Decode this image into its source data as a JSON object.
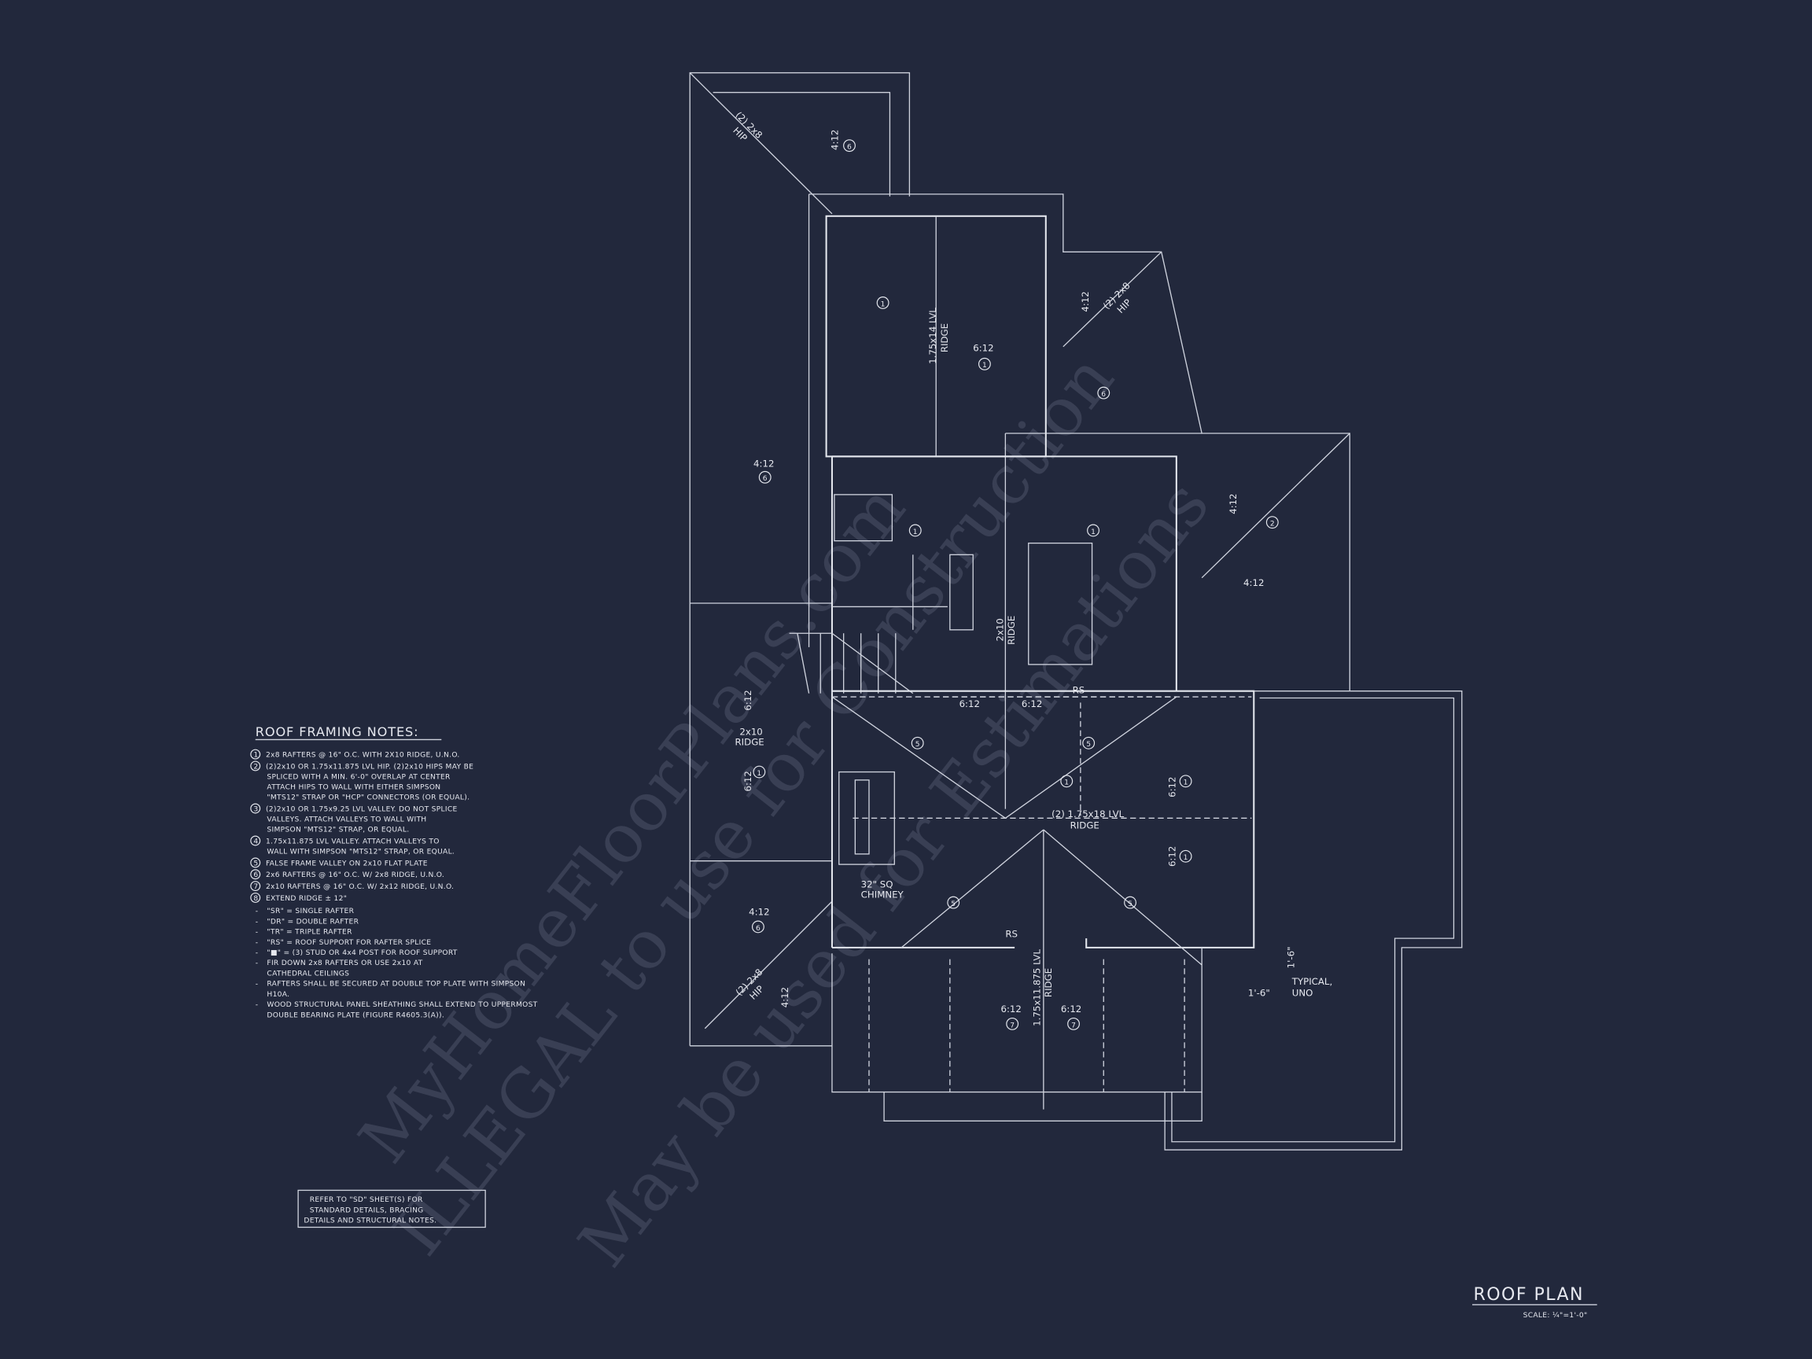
{
  "sheet": {
    "title": "ROOF PLAN",
    "scale": "SCALE: ¼\"=1'-0\"",
    "background_color": "#22283c",
    "line_color": "#cfd3de"
  },
  "notes": {
    "heading": "ROOF FRAMING NOTES:",
    "items": [
      {
        "num": "1",
        "lines": [
          "2x8 RAFTERS @ 16\" O.C. WITH 2X10 RIDGE, U.N.O."
        ]
      },
      {
        "num": "2",
        "lines": [
          "(2)2x10 OR 1.75x11.875 LVL HIP.  (2)2x10 HIPS MAY BE",
          "SPLICED WITH A MIN. 6'-0\" OVERLAP AT CENTER",
          "ATTACH HIPS TO WALL WITH EITHER SIMPSON",
          "\"MTS12\" STRAP OR \"HCP\" CONNECTORS (OR EQUAL)."
        ]
      },
      {
        "num": "3",
        "lines": [
          "(2)2x10 OR 1.75x9.25 LVL VALLEY.  DO NOT SPLICE",
          "VALLEYS.  ATTACH VALLEYS TO WALL WITH",
          "SIMPSON \"MTS12\" STRAP, OR EQUAL."
        ]
      },
      {
        "num": "4",
        "lines": [
          "1.75x11.875 LVL VALLEY.  ATTACH VALLEYS TO",
          "WALL WITH SIMPSON \"MTS12\" STRAP, OR EQUAL."
        ]
      },
      {
        "num": "5",
        "lines": [
          "FALSE FRAME VALLEY ON 2x10 FLAT PLATE"
        ]
      },
      {
        "num": "6",
        "lines": [
          "2x6 RAFTERS @ 16\" O.C. W/ 2x8 RIDGE, U.N.O."
        ]
      },
      {
        "num": "7",
        "lines": [
          "2x10 RAFTERS @ 16\" O.C. W/ 2x12 RIDGE, U.N.O."
        ]
      },
      {
        "num": "8",
        "lines": [
          "EXTEND RIDGE ± 12\""
        ]
      }
    ],
    "bullets": [
      [
        "\"SR\" = SINGLE RAFTER"
      ],
      [
        "\"DR\" = DOUBLE RAFTER"
      ],
      [
        "\"TR\" = TRIPLE RAFTER"
      ],
      [
        "\"RS\" = ROOF SUPPORT FOR RAFTER SPLICE"
      ],
      [
        "\"■\"  = (3) STUD OR 4x4 POST FOR ROOF SUPPORT"
      ],
      [
        "FIR DOWN 2x8 RAFTERS OR USE 2x10 AT",
        "CATHEDRAL CEILINGS"
      ],
      [
        "RAFTERS SHALL BE SECURED AT DOUBLE TOP PLATE WITH SIMPSON",
        "H10A."
      ],
      [
        "WOOD STRUCTURAL PANEL SHEATHING SHALL EXTEND TO UPPERMOST",
        "DOUBLE BEARING PLATE (FIGURE R4605.3(A))."
      ]
    ]
  },
  "refer_box": [
    "REFER TO \"SD\"  SHEET(S) FOR",
    "STANDARD DETAILS, BRACING",
    "DETAILS AND STRUCTURAL NOTES."
  ],
  "plan_labels": {
    "pitch_4_12": "4:12",
    "pitch_6_12": "6:12",
    "ridge_2x10": "2x10",
    "ridge_word": "RIDGE",
    "lvl_ridge_top": "1.75x14 LVL",
    "lvl_ridge_main": "(2) 1.75x18 LVL",
    "lvl_ridge_porch": "1.75x11.875 LVL",
    "hip_2x8": "(2) 2x8",
    "hip_word": "HIP",
    "rs": "RS",
    "chimney_1": "32\" SQ",
    "chimney_2": "CHIMNEY",
    "dim_1_6": "1'-6\"",
    "typical_1": "TYPICAL,",
    "typical_2": "UNO",
    "n1": "1",
    "n2": "2",
    "n5": "5",
    "n6": "6",
    "n7": "7"
  },
  "watermarks": [
    "MyHomeFloorPlans.com",
    "ILLEGAL to use for Construction",
    "May be used for Estimations"
  ]
}
